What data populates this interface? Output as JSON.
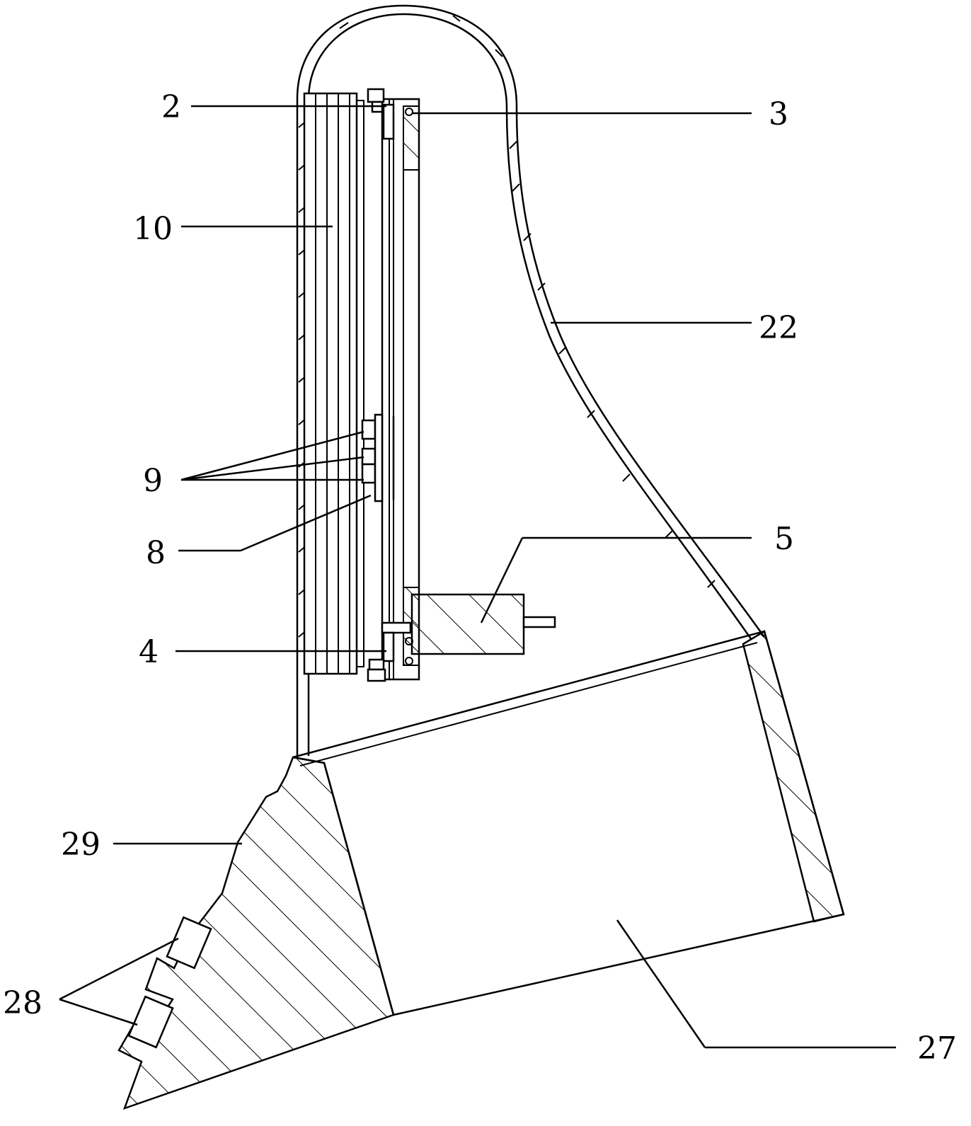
{
  "figure": {
    "labels": {
      "l2": "2",
      "l3": "3",
      "l10": "10",
      "l22": "22",
      "l9": "9",
      "l8": "8",
      "l5": "5",
      "l4": "4",
      "l29": "29",
      "l28": "28",
      "l27": "27"
    }
  }
}
